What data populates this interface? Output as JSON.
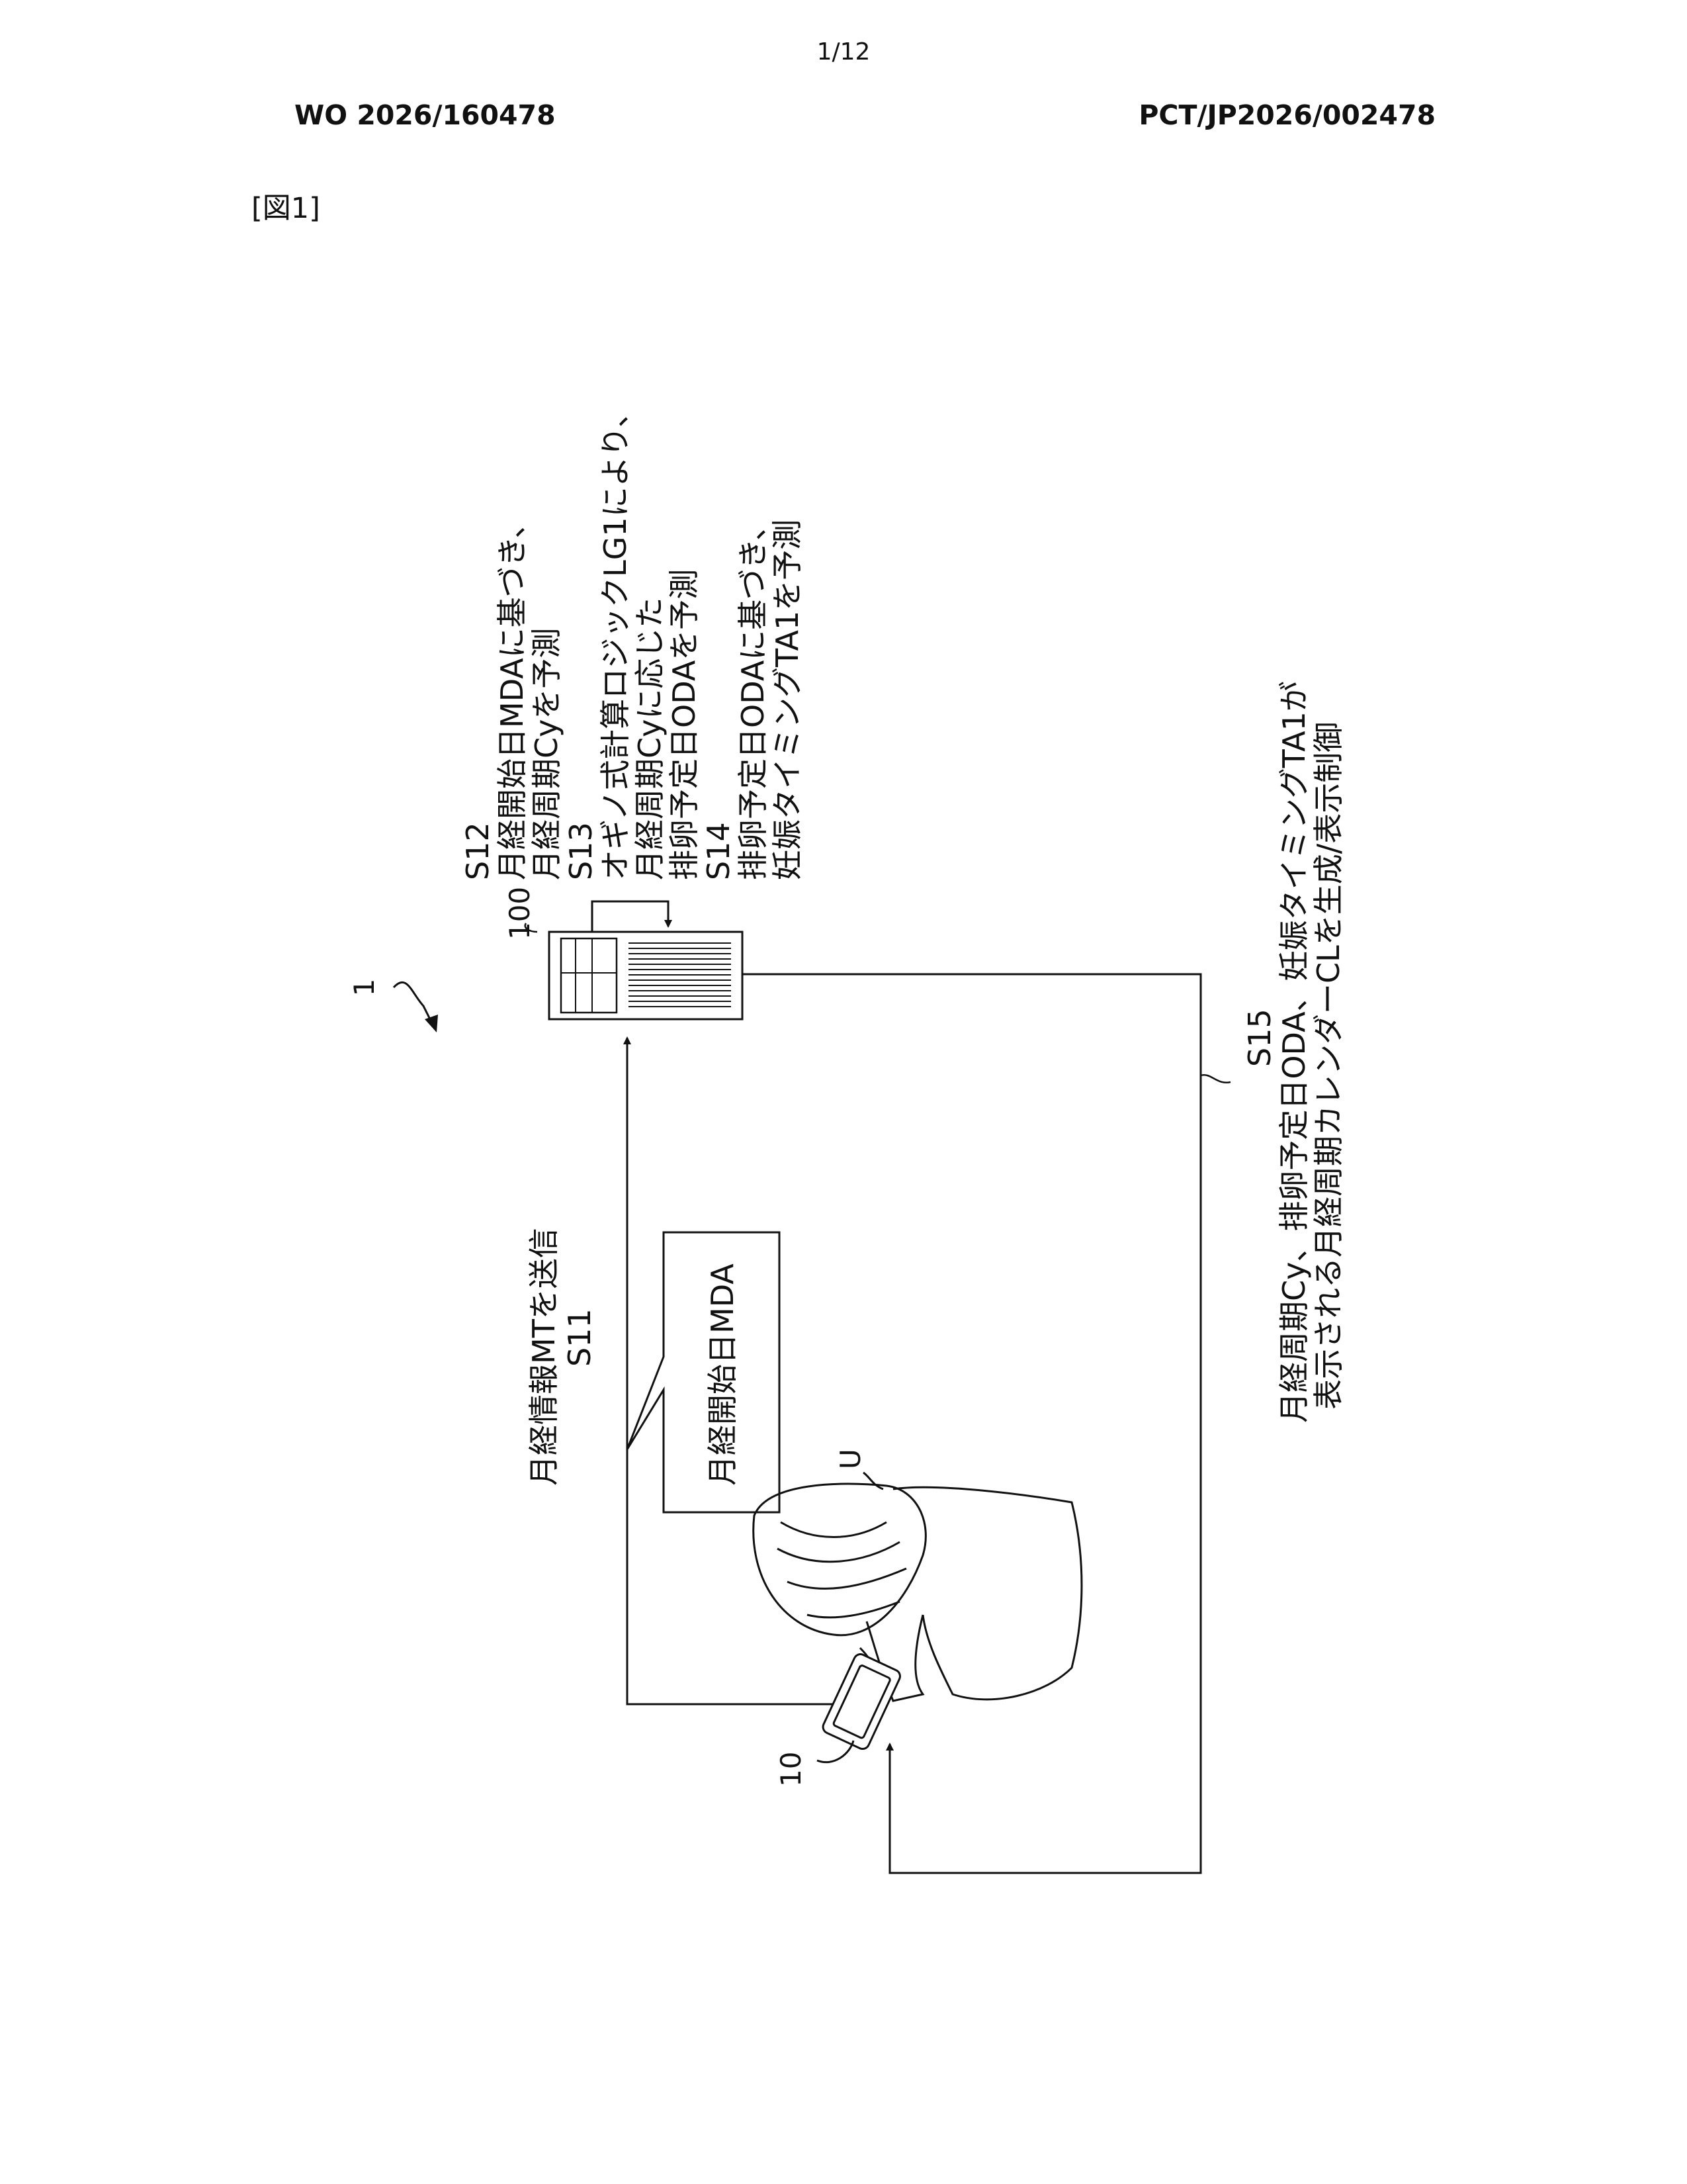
{
  "header": {
    "page_number": "1/12",
    "publication_number": "WO 2026/160478",
    "application_number": "PCT/JP2026/002478"
  },
  "figure": {
    "label": "[図1]",
    "refs": {
      "system": "1",
      "server": "100",
      "terminal": "10",
      "user": "U"
    },
    "bubble_text": "月経開始日MDA",
    "steps": {
      "s11": {
        "id": "S11",
        "line1": "月経情報MTを送信"
      },
      "s12": {
        "id": "S12",
        "line1": "月経開始日MDAに基づき、",
        "line2": "月経周期Cyを予測"
      },
      "s13": {
        "id": "S13",
        "line1": "オギノ式計算ロジックLG1により、",
        "line2": "月経周期Cyに応じた",
        "line3": "排卵予定日ODAを予測"
      },
      "s14": {
        "id": "S14",
        "line1": "排卵予定日ODAに基づき、",
        "line2": "妊娠タイミングTA1を予測"
      },
      "s15": {
        "id": "S15",
        "line1": "月経周期Cy、排卵予定日ODA、妊娠タイミングTA1が",
        "line2": "表示される月経周期カレンダーCLを生成/表示制御"
      }
    }
  }
}
